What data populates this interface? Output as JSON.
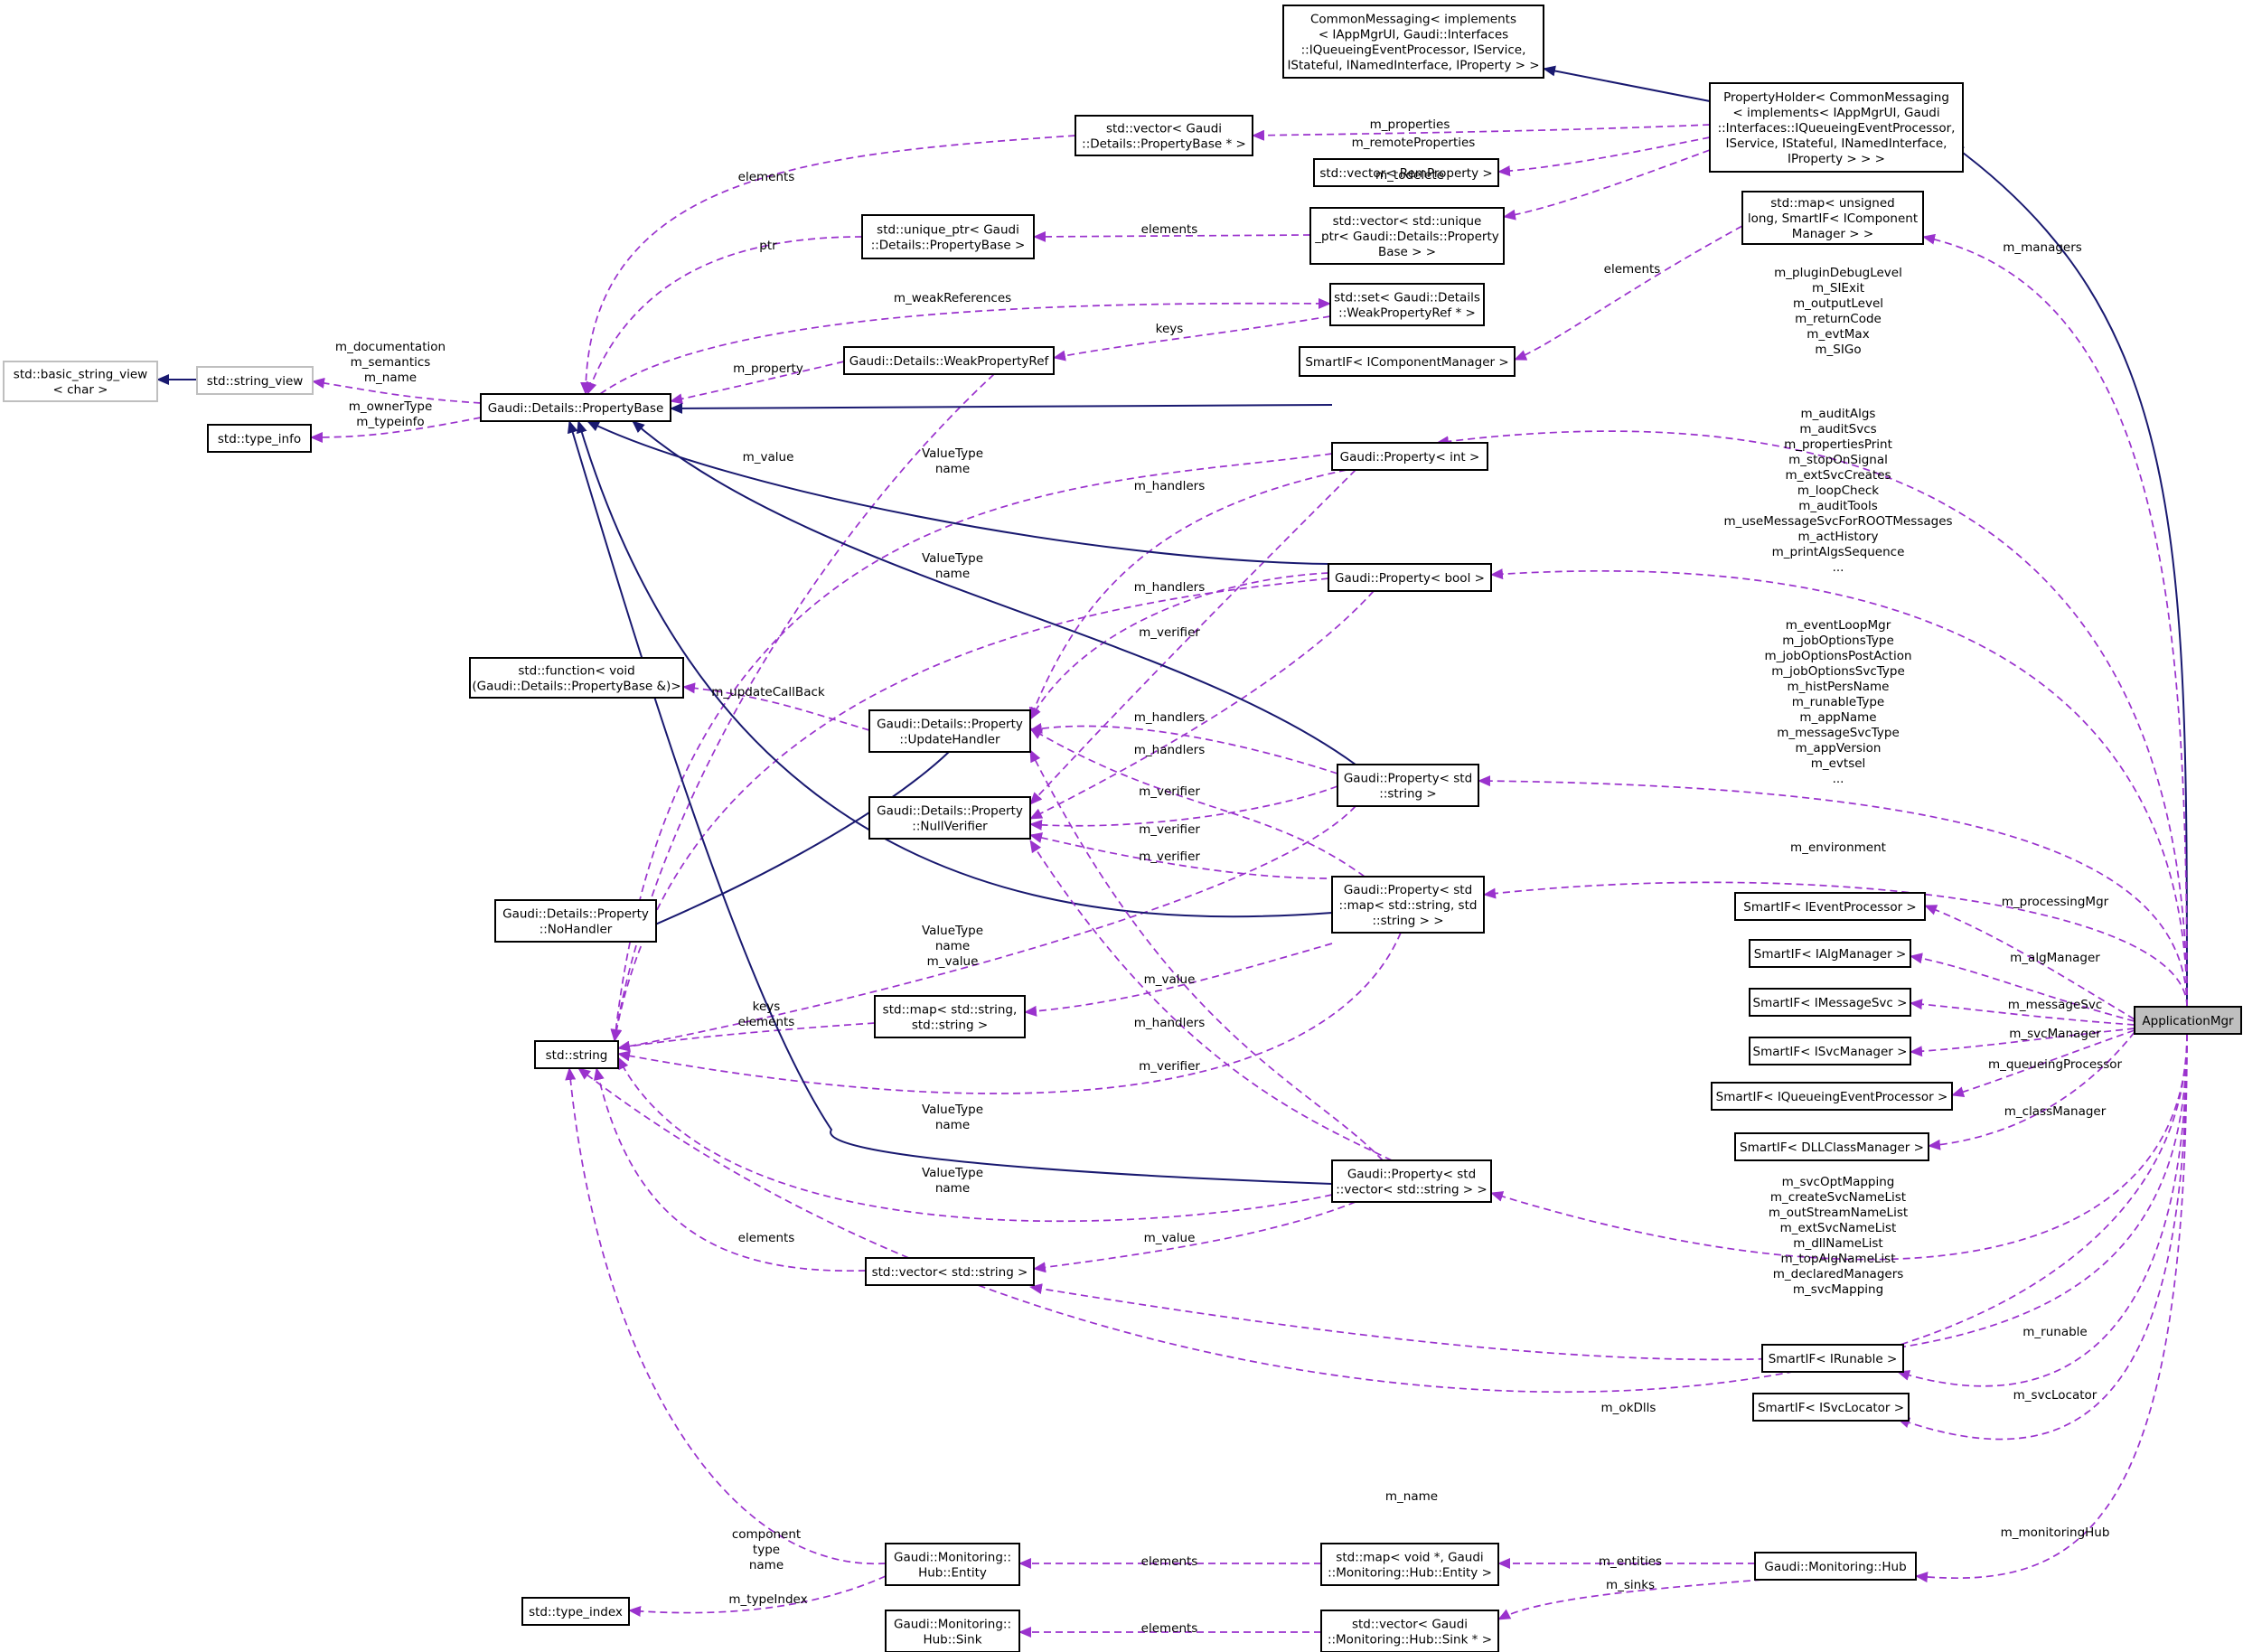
{
  "colors": {
    "inheritance": "#191970",
    "usage": "#9a32cd",
    "highlight_fill": "#bfbfbf",
    "node_border": "#000000",
    "external_border": "#bfbfbf"
  },
  "nodes": {
    "ApplicationMgr": [
      "ApplicationMgr"
    ],
    "CommonMessaging": [
      "CommonMessaging< implements",
      "< IAppMgrUI, Gaudi::Interfaces",
      "::IQueueingEventProcessor, IService,",
      "IStateful, INamedInterface, IProperty > >"
    ],
    "PropertyHolder": [
      "PropertyHolder< CommonMessaging",
      "< implements< IAppMgrUI, Gaudi",
      "::Interfaces::IQueueingEventProcessor,",
      "IService, IStateful, INamedInterface,",
      "IProperty > > >"
    ],
    "VecPropBasePtr": [
      "std::vector< Gaudi",
      "::Details::PropertyBase * >"
    ],
    "VecRemProperty": [
      "std::vector< RemProperty >"
    ],
    "UniquePtrPropBase": [
      "std::unique_ptr< Gaudi",
      "::Details::PropertyBase >"
    ],
    "VecUniquePtr": [
      "std::vector< std::unique",
      "_ptr< Gaudi::Details::Property",
      "Base > >"
    ],
    "MapManagers": [
      "std::map< unsigned",
      "long, SmartIF< IComponent",
      "Manager > >"
    ],
    "SetWeakRef": [
      "std::set< Gaudi::Details",
      "::WeakPropertyRef * >"
    ],
    "SmartIFCompMgr": [
      "SmartIF< IComponentManager >"
    ],
    "WeakPropertyRef": [
      "Gaudi::Details::WeakPropertyRef"
    ],
    "BasicStringView": [
      "std::basic_string_view",
      "< char >"
    ],
    "StringView": [
      "std::string_view"
    ],
    "PropertyBase": [
      "Gaudi::Details::PropertyBase"
    ],
    "TypeInfo": [
      "std::type_info"
    ],
    "PropertyInt": [
      "Gaudi::Property< int >"
    ],
    "PropertyBool": [
      "Gaudi::Property< bool >"
    ],
    "StdFunction": [
      "std::function< void",
      "(Gaudi::Details::PropertyBase &)>"
    ],
    "UpdateHandler": [
      "Gaudi::Details::Property",
      "::UpdateHandler"
    ],
    "NullVerifier": [
      "Gaudi::Details::Property",
      "::NullVerifier"
    ],
    "PropertyString": [
      "Gaudi::Property< std",
      "::string >"
    ],
    "PropertyMap": [
      "Gaudi::Property< std",
      "::map< std::string, std",
      "::string > >"
    ],
    "NoHandler": [
      "Gaudi::Details::Property",
      "::NoHandler"
    ],
    "SmartIFEventProc": [
      "SmartIF< IEventProcessor >"
    ],
    "SmartIFAlgMgr": [
      "SmartIF< IAlgManager >"
    ],
    "SmartIFMsgSvc": [
      "SmartIF< IMessageSvc >"
    ],
    "SmartIFSvcMgr": [
      "SmartIF< ISvcManager >"
    ],
    "SmartIFQueueing": [
      "SmartIF< IQueueingEventProcessor >"
    ],
    "SmartIFDllClass": [
      "SmartIF< DLLClassManager >"
    ],
    "MapStringString": [
      "std::map< std::string,",
      "std::string >"
    ],
    "StdString": [
      "std::string"
    ],
    "PropertyVector": [
      "Gaudi::Property< std",
      "::vector< std::string > >"
    ],
    "VecString": [
      "std::vector< std::string >"
    ],
    "SmartIFRunable": [
      "SmartIF< IRunable >"
    ],
    "SmartIFSvcLocator": [
      "SmartIF< ISvcLocator >"
    ],
    "HubEntity": [
      "Gaudi::Monitoring::",
      "Hub::Entity"
    ],
    "MapEntities": [
      "std::map< void *, Gaudi",
      "::Monitoring::Hub::Entity >"
    ],
    "MonitoringHub": [
      "Gaudi::Monitoring::Hub"
    ],
    "TypeIndex": [
      "std::type_index"
    ],
    "HubSink": [
      "Gaudi::Monitoring::",
      "Hub::Sink"
    ],
    "VecSinks": [
      "std::vector< Gaudi",
      "::Monitoring::Hub::Sink * >"
    ]
  },
  "edge_labels": {
    "m_properties": [
      "m_properties"
    ],
    "m_remoteProperties": [
      "m_remoteProperties"
    ],
    "m_todelete": [
      "m_todelete"
    ],
    "m_managers": [
      "m_managers"
    ],
    "elements_props": [
      "elements"
    ],
    "ptr": [
      "ptr"
    ],
    "elements_uptr": [
      "elements"
    ],
    "elements_mgr": [
      "elements"
    ],
    "m_weakReferences": [
      "m_weakReferences"
    ],
    "keys_weak": [
      "keys"
    ],
    "m_property": [
      "m_property"
    ],
    "doc": [
      "m_documentation",
      "m_semantics",
      "m_name"
    ],
    "ownertype": [
      "m_ownerType",
      "m_typeinfo"
    ],
    "intprops": [
      "m_pluginDebugLevel",
      "m_SIExit",
      "m_outputLevel",
      "m_returnCode",
      "m_evtMax",
      "m_SIGo"
    ],
    "boolprops": [
      "m_auditAlgs",
      "m_auditSvcs",
      "m_propertiesPrint",
      "m_stopOnSignal",
      "m_extSvcCreates",
      "m_loopCheck",
      "m_auditTools",
      "m_useMessageSvcForROOTMessages",
      "m_actHistory",
      "m_printAlgsSequence",
      "..."
    ],
    "stringprops": [
      "m_eventLoopMgr",
      "m_jobOptionsType",
      "m_jobOptionsPostAction",
      "m_jobOptionsSvcType",
      "m_histPersName",
      "m_runableType",
      "m_appName",
      "m_messageSvcType",
      "m_appVersion",
      "m_evtsel",
      "..."
    ],
    "m_environment": [
      "m_environment"
    ],
    "m_value_1": [
      "m_value"
    ],
    "vt_int": [
      "ValueType",
      "name"
    ],
    "m_handlers_int": [
      "m_handlers"
    ],
    "vt_bool": [
      "ValueType",
      "name"
    ],
    "m_handlers_bool": [
      "m_handlers"
    ],
    "m_verifier_bool": [
      "m_verifier"
    ],
    "m_updateCallBack": [
      "m_updateCallBack"
    ],
    "m_handlers_str": [
      "m_handlers"
    ],
    "m_handlers_str2": [
      "m_handlers"
    ],
    "m_verifier_str": [
      "m_verifier"
    ],
    "m_verifier_str2": [
      "m_verifier"
    ],
    "m_verifier_map": [
      "m_verifier"
    ],
    "vt_str": [
      "ValueType",
      "name",
      "m_value"
    ],
    "keys_elements": [
      "keys",
      "elements"
    ],
    "m_value_map": [
      "m_value"
    ],
    "m_handlers_vec": [
      "m_handlers"
    ],
    "m_verifier_vec": [
      "m_verifier"
    ],
    "vt_map": [
      "ValueType",
      "name"
    ],
    "vt_vec": [
      "ValueType",
      "name"
    ],
    "m_processingMgr": [
      "m_processingMgr"
    ],
    "m_algManager": [
      "m_algManager"
    ],
    "m_messageSvc": [
      "m_messageSvc"
    ],
    "m_svcManager": [
      "m_svcManager"
    ],
    "m_queueingProcessor": [
      "m_queueingProcessor"
    ],
    "m_classManager": [
      "m_classManager"
    ],
    "vecprops": [
      "m_svcOptMapping",
      "m_createSvcNameList",
      "m_outStreamNameList",
      "m_extSvcNameList",
      "m_dllNameList",
      "m_topAlgNameList",
      "m_declaredManagers",
      "m_svcMapping"
    ],
    "elements_vecstr": [
      "elements"
    ],
    "m_value_vec": [
      "m_value"
    ],
    "m_runable": [
      "m_runable"
    ],
    "m_okDlls": [
      "m_okDlls"
    ],
    "m_svcLocator": [
      "m_svcLocator"
    ],
    "m_name_app": [
      "m_name"
    ],
    "comp": [
      "component",
      "type",
      "name"
    ],
    "elements_entity": [
      "elements"
    ],
    "m_entities": [
      "m_entities"
    ],
    "m_monitoringHub": [
      "m_monitoringHub"
    ],
    "m_typeIndex": [
      "m_typeIndex"
    ],
    "m_sinks": [
      "m_sinks"
    ],
    "elements_sink": [
      "elements"
    ]
  }
}
